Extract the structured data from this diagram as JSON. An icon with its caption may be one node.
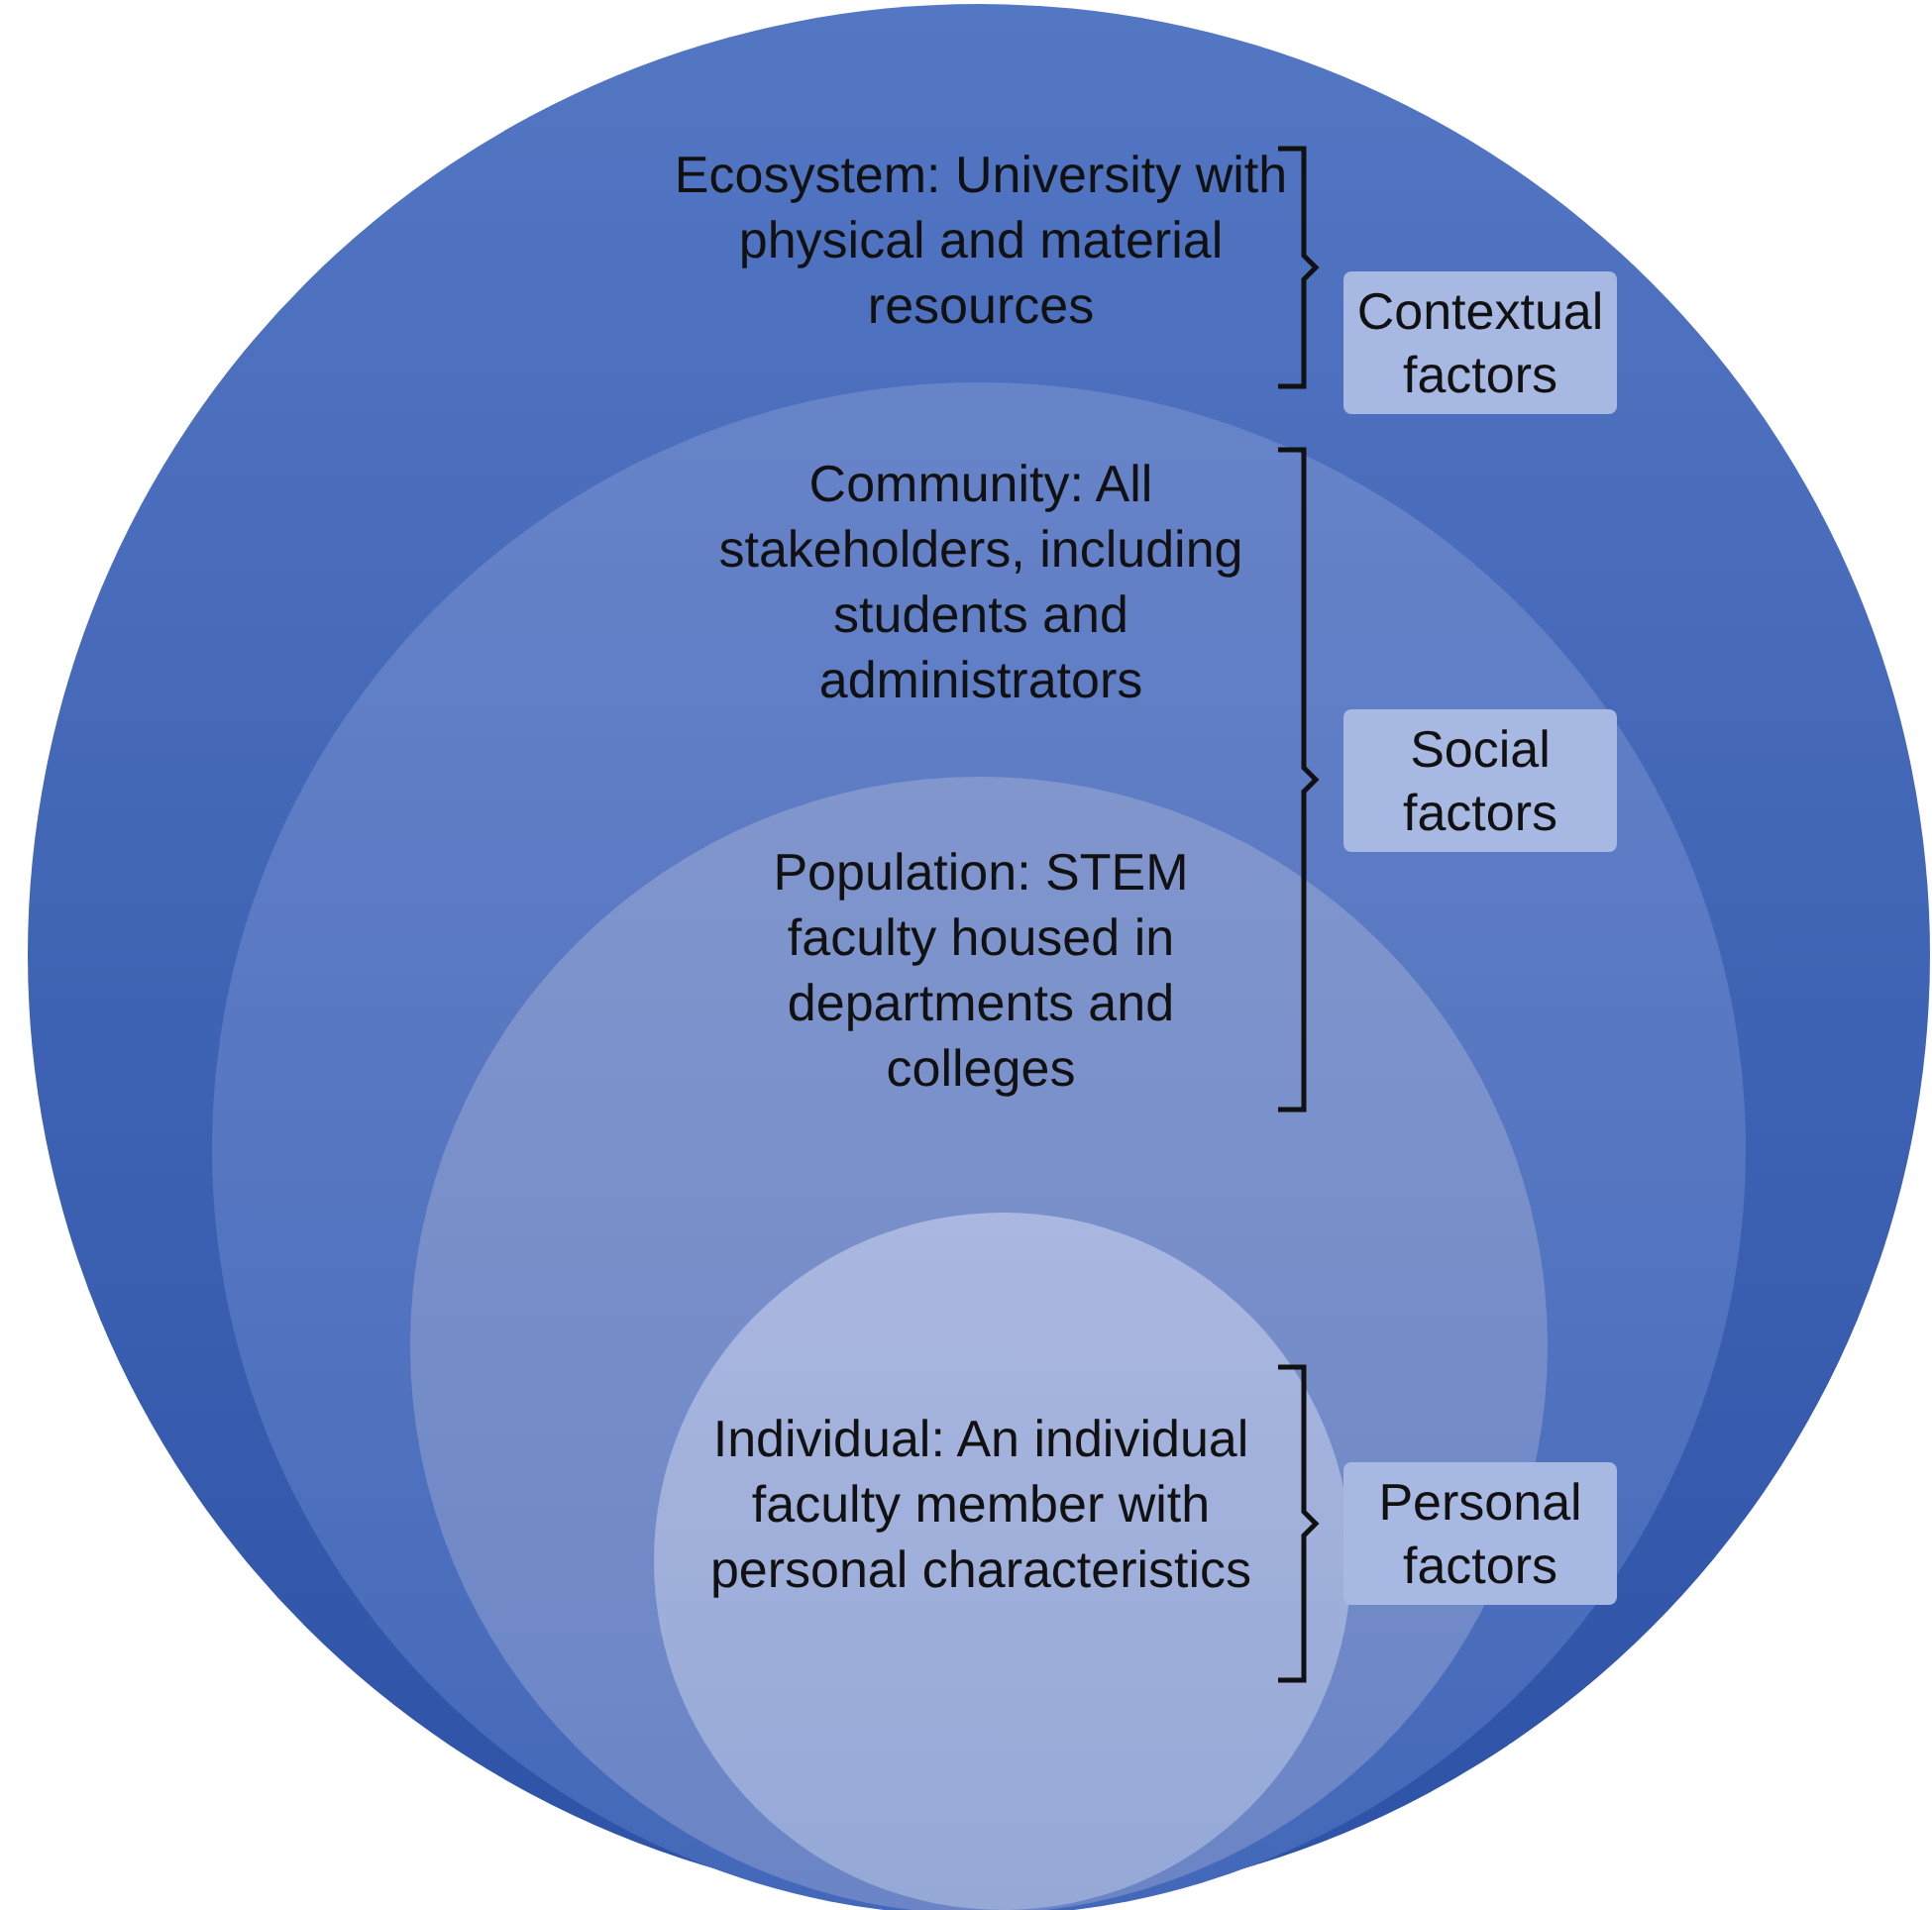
{
  "diagram": {
    "nodes": [
      {
        "text": [
          "Ecosystem: University with physical and material resources"
        ]
      },
      {
        "text": [
          "Community: All stakeholders, including students and administrators"
        ],
        "in": 0
      },
      {
        "text": [
          "Population: STEM faculty housed in departments and colleges"
        ],
        "in": 1
      },
      {
        "text": [
          "Individual: An individual faculty member with personal characteristics"
        ],
        "in": 2
      },
      {
        "text": [
          "Contextual factors"
        ],
        "in": 0
      },
      {
        "text": [
          "Social factors"
        ],
        "in": 1
      },
      {
        "text": [
          "Personal factors"
        ],
        "in": 1
      }
    ]
  }
}
